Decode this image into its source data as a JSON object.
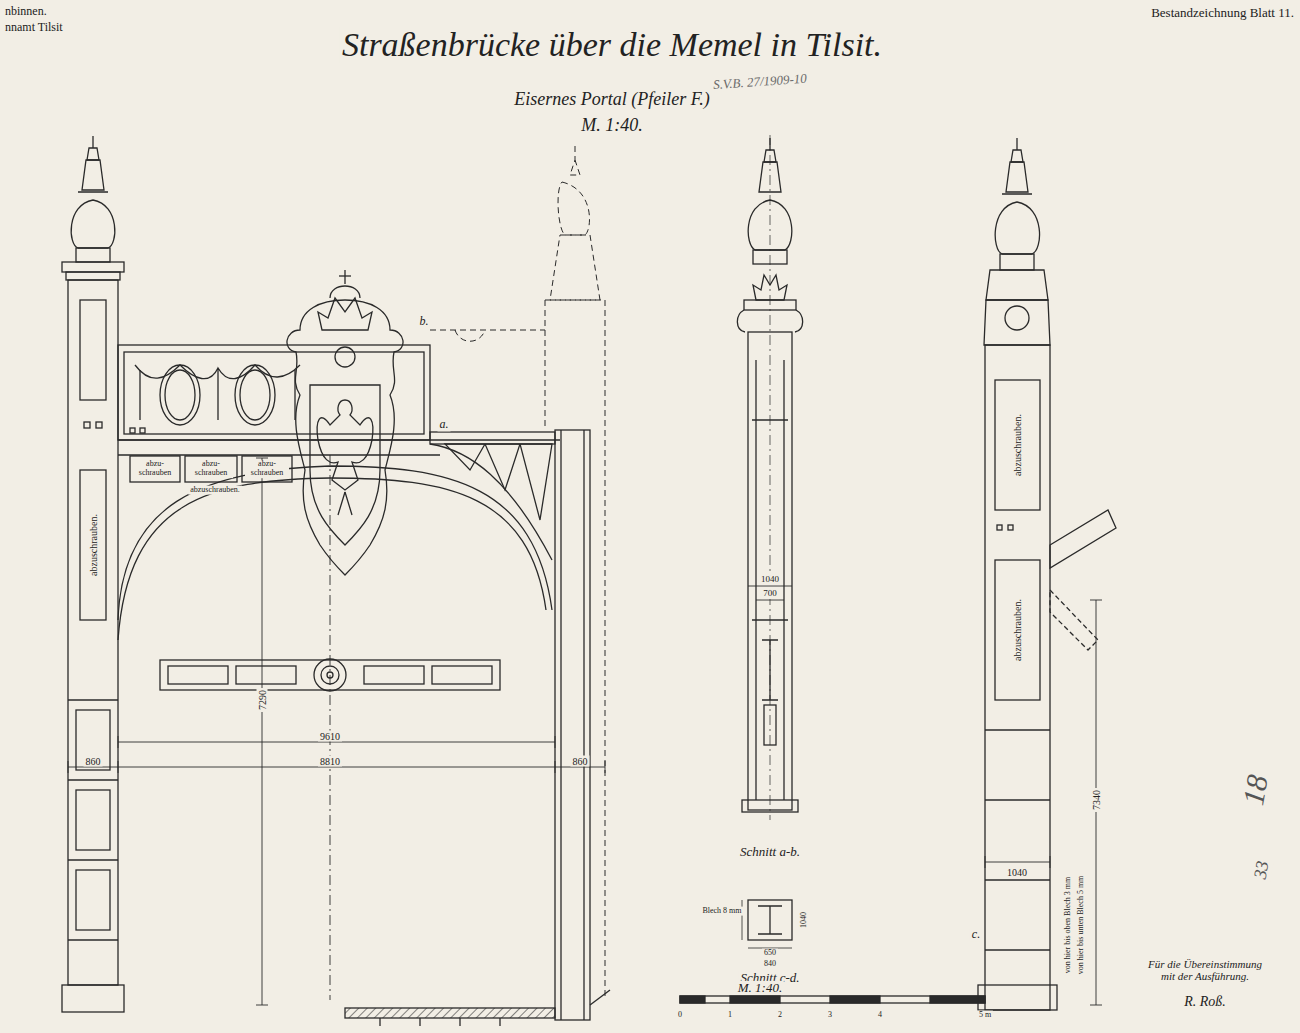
{
  "diagram": {
    "title": "Straßenbrücke über die Memel in Tilsit.",
    "labels": [
      "nbinnen.",
      "nnamt Tilsit",
      "Bestandzeichnung Blatt 11.",
      "S.V.B. 27/1909-10",
      "Eisernes Portal (Pfeiler F.)",
      "M. 1:40.",
      "abzuschrauben.",
      "abzu- schrauben",
      "abzu- schrauben",
      "abzu- schrauben",
      "abzuschrauben.",
      "b.",
      "a.",
      "7290",
      "9610",
      "860",
      "8810",
      "860",
      "1040",
      "700",
      "Schnitt a-b.",
      "Blech 8 mm",
      "650",
      "840",
      "1040",
      "Schnitt c-d.",
      "M. 1:40.",
      "0",
      "1",
      "2",
      "3",
      "4",
      "5 m",
      "abzuschrauben.",
      "abzuschrauben.",
      "1040",
      "7340",
      "von hier bis oben Blech 3 mm",
      "von hier bis unten Blech 5 mm",
      "c.",
      "Für die Übereinstimmung mit der Ausführung.",
      "R. Roß.",
      "18",
      "33"
    ]
  }
}
